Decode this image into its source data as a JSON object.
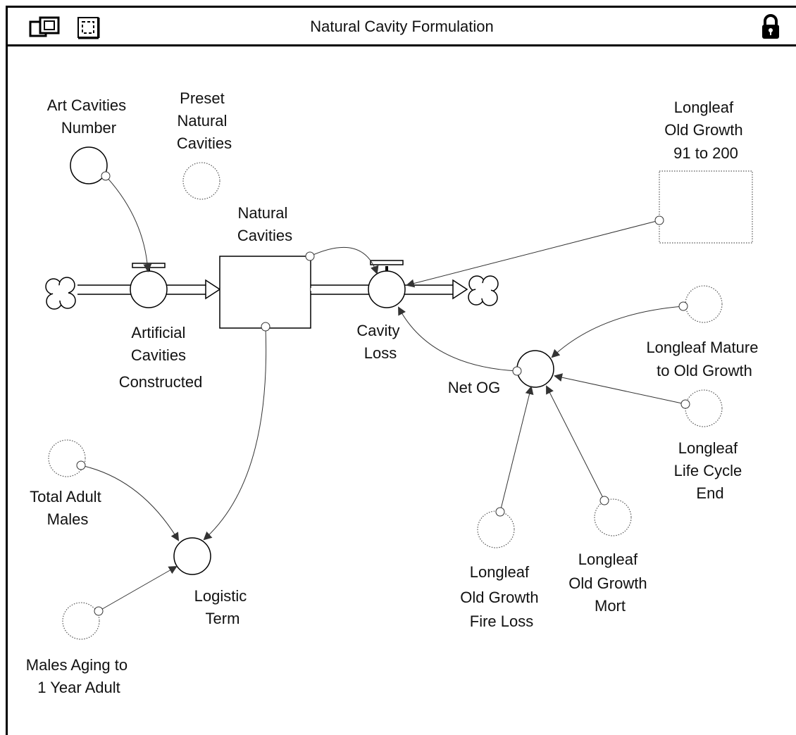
{
  "window": {
    "title": "Natural Cavity Formulation",
    "icons": [
      "windows-icon",
      "select-frame-icon",
      "lock-icon"
    ]
  },
  "diagram": {
    "labels": {
      "art_cavities_number": [
        "Art Cavities",
        "Number"
      ],
      "preset_natural_cavities": [
        "Preset",
        "Natural",
        "Cavities"
      ],
      "natural_cavities": [
        "Natural",
        "Cavities"
      ],
      "longleaf_og_91_200": [
        "Longleaf",
        "Old Growth",
        "91 to 200"
      ],
      "artificial_cavities_constructed": [
        "Artificial",
        "Cavities",
        "Constructed"
      ],
      "cavity_loss": [
        "Cavity",
        "Loss"
      ],
      "net_og": [
        "Net OG"
      ],
      "longleaf_mature_to_og": [
        "Longleaf Mature",
        "to Old Growth"
      ],
      "longleaf_life_cycle_end": [
        "Longleaf",
        "Life Cycle",
        "End"
      ],
      "total_adult_males": [
        "Total Adult",
        "Males"
      ],
      "logistic_term": [
        "Logistic",
        "Term"
      ],
      "males_aging": [
        "Males Aging to",
        "1 Year Adult"
      ],
      "longleaf_og_fire_loss": [
        "Longleaf",
        "Old Growth",
        "Fire Loss"
      ],
      "longleaf_og_mort": [
        "Longleaf",
        "Old Growth",
        "Mort"
      ]
    }
  }
}
